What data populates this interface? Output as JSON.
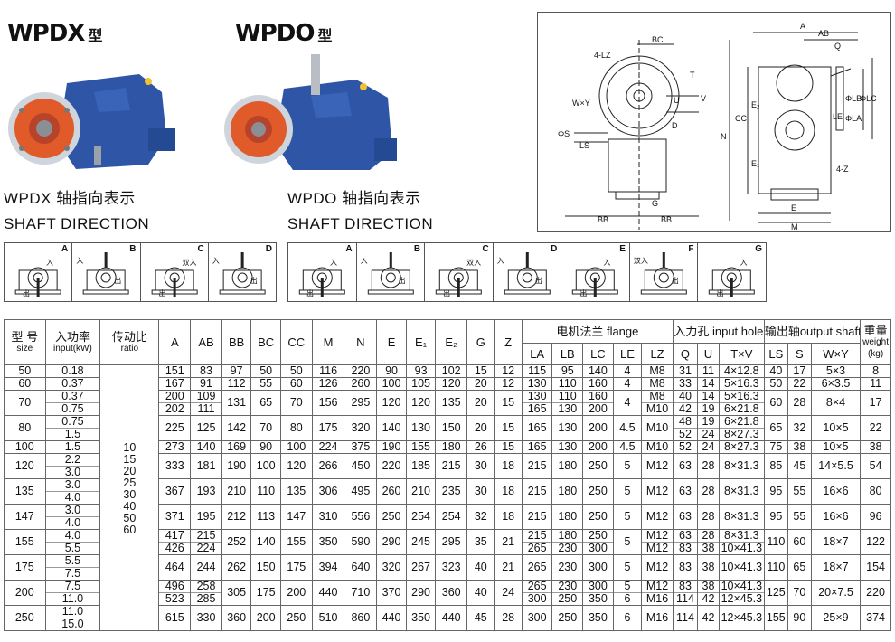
{
  "models": [
    {
      "name": "WPDX",
      "suffix": "型",
      "dir_cn": "WPDX  轴指向表示",
      "dir_en": "SHAFT   DIRECTION"
    },
    {
      "name": "WPDO",
      "suffix": "型",
      "dir_cn": "WPDO  轴指向表示",
      "dir_en": "SHAFT   DIRECTION"
    }
  ],
  "dir_labels_left": [
    "A",
    "B",
    "C",
    "D"
  ],
  "dir_labels_right": [
    "A",
    "B",
    "C",
    "D",
    "E",
    "F",
    "G"
  ],
  "dir_cell_text": {
    "in": "入",
    "out": "出",
    "double_in": "双入"
  },
  "drawing_labels": {
    "A": "A",
    "AB": "AB",
    "BC": "BC",
    "Q": "Q",
    "LZ4": "4-LZ",
    "Z4": "4-Z",
    "T": "T",
    "V": "V",
    "U": "U",
    "WY": "W×Y",
    "S": "ΦS",
    "LS": "LS",
    "BB": "BB",
    "G": "G",
    "D": "D",
    "CC": "CC",
    "N": "N",
    "E1": "E₁",
    "E2": "E₂",
    "LA": "ΦLA",
    "LB": "ΦLB",
    "LC": "ΦLC",
    "LE": "LE",
    "E": "E",
    "M": "M"
  },
  "table": {
    "headers": {
      "size_cn": "型 号",
      "size_en": "size",
      "power_cn": "入功率",
      "power_en": "input(kW)",
      "ratio_cn": "传动比",
      "ratio_en": "ratio",
      "cols": [
        "A",
        "AB",
        "BB",
        "BC",
        "CC",
        "M",
        "N",
        "E",
        "E₁",
        "E₂",
        "G",
        "Z"
      ],
      "flange": "电机法兰   flange",
      "flange_cols": [
        "LA",
        "LB",
        "LC",
        "LE",
        "LZ"
      ],
      "hole": "入力孔 input  hole",
      "hole_cols": [
        "Q",
        "U",
        "T×V"
      ],
      "shaft": "输出轴output shaft",
      "shaft_cols": [
        "LS",
        "S",
        "W×Y"
      ],
      "weight_cn": "重量",
      "weight_en": "weight",
      "weight_unit": "(kg)"
    },
    "ratios": [
      "10",
      "15",
      "20",
      "25",
      "30",
      "40",
      "50",
      "60"
    ],
    "rows": [
      {
        "size": "50",
        "power": [
          "0.18"
        ],
        "A": [
          "151"
        ],
        "AB": [
          "83"
        ],
        "BB": "97",
        "BC": "50",
        "CC": "50",
        "M": "116",
        "N": "220",
        "E": "90",
        "E1": "93",
        "E2": "102",
        "G": "15",
        "Z": "12",
        "LA": [
          "115"
        ],
        "LB": [
          "95"
        ],
        "LC": [
          "140"
        ],
        "LE": "4",
        "LZ": [
          "M8"
        ],
        "Q": [
          "31"
        ],
        "U": [
          "11"
        ],
        "TV": [
          "4×12.8"
        ],
        "LS": "40",
        "S": "17",
        "WY": "5×3",
        "W": "8"
      },
      {
        "size": "60",
        "power": [
          "0.37"
        ],
        "A": [
          "167"
        ],
        "AB": [
          "91"
        ],
        "BB": "112",
        "BC": "55",
        "CC": "60",
        "M": "126",
        "N": "260",
        "E": "100",
        "E1": "105",
        "E2": "120",
        "G": "20",
        "Z": "12",
        "LA": [
          "130"
        ],
        "LB": [
          "110"
        ],
        "LC": [
          "160"
        ],
        "LE": "4",
        "LZ": [
          "M8"
        ],
        "Q": [
          "33"
        ],
        "U": [
          "14"
        ],
        "TV": [
          "5×16.3"
        ],
        "LS": "50",
        "S": "22",
        "WY": "6×3.5",
        "W": "11"
      },
      {
        "size": "70",
        "power": [
          "0.37",
          "0.75"
        ],
        "A": [
          "200",
          "202"
        ],
        "AB": [
          "109",
          "111"
        ],
        "BB": "131",
        "BC": "65",
        "CC": "70",
        "M": "156",
        "N": "295",
        "E": "120",
        "E1": "120",
        "E2": "135",
        "G": "20",
        "Z": "15",
        "LA": [
          "130",
          "165"
        ],
        "LB": [
          "110",
          "130"
        ],
        "LC": [
          "160",
          "200"
        ],
        "LE": "4",
        "LZ": [
          "M8",
          "M10"
        ],
        "Q": [
          "40",
          "42"
        ],
        "U": [
          "14",
          "19"
        ],
        "TV": [
          "5×16.3",
          "6×21.8"
        ],
        "LS": "60",
        "S": "28",
        "WY": "8×4",
        "W": "17"
      },
      {
        "size": "80",
        "power": [
          "0.75",
          "1.5"
        ],
        "A": [
          "225"
        ],
        "AB": [
          "125"
        ],
        "BB": "142",
        "BC": "70",
        "CC": "80",
        "M": "175",
        "N": "320",
        "E": "140",
        "E1": "130",
        "E2": "150",
        "G": "20",
        "Z": "15",
        "LA": [
          "165"
        ],
        "LB": [
          "130"
        ],
        "LC": [
          "200"
        ],
        "LE": "4.5",
        "LZ": [
          "M10"
        ],
        "Q": [
          "48",
          "52"
        ],
        "U": [
          "19",
          "24"
        ],
        "TV": [
          "6×21.8",
          "8×27.3"
        ],
        "LS": "65",
        "S": "32",
        "WY": "10×5",
        "W": "22"
      },
      {
        "size": "100",
        "power": [
          "1.5"
        ],
        "A": [
          "273"
        ],
        "AB": [
          "140"
        ],
        "BB": "169",
        "BC": "90",
        "CC": "100",
        "M": "224",
        "N": "375",
        "E": "190",
        "E1": "155",
        "E2": "180",
        "G": "26",
        "Z": "15",
        "LA": [
          "165"
        ],
        "LB": [
          "130"
        ],
        "LC": [
          "200"
        ],
        "LE": "4.5",
        "LZ": [
          "M10"
        ],
        "Q": [
          "52"
        ],
        "U": [
          "24"
        ],
        "TV": [
          "8×27.3"
        ],
        "LS": "75",
        "S": "38",
        "WY": "10×5",
        "W": "38"
      },
      {
        "size": "120",
        "power": [
          "2.2",
          "3.0"
        ],
        "A": [
          "333"
        ],
        "AB": [
          "181"
        ],
        "BB": "190",
        "BC": "100",
        "CC": "120",
        "M": "266",
        "N": "450",
        "E": "220",
        "E1": "185",
        "E2": "215",
        "G": "30",
        "Z": "18",
        "LA": [
          "215"
        ],
        "LB": [
          "180"
        ],
        "LC": [
          "250"
        ],
        "LE": "5",
        "LZ": [
          "M12"
        ],
        "Q": [
          "63"
        ],
        "U": [
          "28"
        ],
        "TV": [
          "8×31.3"
        ],
        "LS": "85",
        "S": "45",
        "WY": "14×5.5",
        "W": "54"
      },
      {
        "size": "135",
        "power": [
          "3.0",
          "4.0"
        ],
        "A": [
          "367"
        ],
        "AB": [
          "193"
        ],
        "BB": "210",
        "BC": "110",
        "CC": "135",
        "M": "306",
        "N": "495",
        "E": "260",
        "E1": "210",
        "E2": "235",
        "G": "30",
        "Z": "18",
        "LA": [
          "215"
        ],
        "LB": [
          "180"
        ],
        "LC": [
          "250"
        ],
        "LE": "5",
        "LZ": [
          "M12"
        ],
        "Q": [
          "63"
        ],
        "U": [
          "28"
        ],
        "TV": [
          "8×31.3"
        ],
        "LS": "95",
        "S": "55",
        "WY": "16×6",
        "W": "80"
      },
      {
        "size": "147",
        "power": [
          "3.0",
          "4.0"
        ],
        "A": [
          "371"
        ],
        "AB": [
          "195"
        ],
        "BB": "212",
        "BC": "113",
        "CC": "147",
        "M": "310",
        "N": "556",
        "E": "250",
        "E1": "254",
        "E2": "254",
        "G": "32",
        "Z": "18",
        "LA": [
          "215"
        ],
        "LB": [
          "180"
        ],
        "LC": [
          "250"
        ],
        "LE": "5",
        "LZ": [
          "M12"
        ],
        "Q": [
          "63"
        ],
        "U": [
          "28"
        ],
        "TV": [
          "8×31.3"
        ],
        "LS": "95",
        "S": "55",
        "WY": "16×6",
        "W": "96"
      },
      {
        "size": "155",
        "power": [
          "4.0",
          "5.5"
        ],
        "A": [
          "417",
          "426"
        ],
        "AB": [
          "215",
          "224"
        ],
        "BB": "252",
        "BC": "140",
        "CC": "155",
        "M": "350",
        "N": "590",
        "E": "290",
        "E1": "245",
        "E2": "295",
        "G": "35",
        "Z": "21",
        "LA": [
          "215",
          "265"
        ],
        "LB": [
          "180",
          "230"
        ],
        "LC": [
          "250",
          "300"
        ],
        "LE": "5",
        "LZ": [
          "M12",
          "M12"
        ],
        "Q": [
          "63",
          "83"
        ],
        "U": [
          "28",
          "38"
        ],
        "TV": [
          "8×31.3",
          "10×41.3"
        ],
        "LS": "110",
        "S": "60",
        "WY": "18×7",
        "W": "122"
      },
      {
        "size": "175",
        "power": [
          "5.5",
          "7.5"
        ],
        "A": [
          "464"
        ],
        "AB": [
          "244"
        ],
        "BB": "262",
        "BC": "150",
        "CC": "175",
        "M": "394",
        "N": "640",
        "E": "320",
        "E1": "267",
        "E2": "323",
        "G": "40",
        "Z": "21",
        "LA": [
          "265"
        ],
        "LB": [
          "230"
        ],
        "LC": [
          "300"
        ],
        "LE": "5",
        "LZ": [
          "M12"
        ],
        "Q": [
          "83"
        ],
        "U": [
          "38"
        ],
        "TV": [
          "10×41.3"
        ],
        "LS": "110",
        "S": "65",
        "WY": "18×7",
        "W": "154"
      },
      {
        "size": "200",
        "power": [
          "7.5",
          "11.0"
        ],
        "A": [
          "496",
          "523"
        ],
        "AB": [
          "258",
          "285"
        ],
        "BB": "305",
        "BC": "175",
        "CC": "200",
        "M": "440",
        "N": "710",
        "E": "370",
        "E1": "290",
        "E2": "360",
        "G": "40",
        "Z": "24",
        "LA": [
          "265",
          "300"
        ],
        "LB": [
          "230",
          "250"
        ],
        "LC": [
          "300",
          "350"
        ],
        "LE": "",
        "LE2": [
          "5",
          "6"
        ],
        "LZ": [
          "M12",
          "M16"
        ],
        "Q": [
          "83",
          "114"
        ],
        "U": [
          "38",
          "42"
        ],
        "TV": [
          "10×41.3",
          "12×45.3"
        ],
        "LS": "125",
        "S": "70",
        "WY": "20×7.5",
        "W": "220"
      },
      {
        "size": "250",
        "power": [
          "11.0",
          "15.0"
        ],
        "A": [
          "615"
        ],
        "AB": [
          "330"
        ],
        "BB": "360",
        "BC": "200",
        "CC": "250",
        "M": "510",
        "N": "860",
        "E": "440",
        "E1": "350",
        "E2": "440",
        "G": "45",
        "Z": "28",
        "LA": [
          "300"
        ],
        "LB": [
          "250"
        ],
        "LC": [
          "350"
        ],
        "LE": "6",
        "LZ": [
          "M16"
        ],
        "Q": [
          "114"
        ],
        "U": [
          "42"
        ],
        "TV": [
          "12×45.3"
        ],
        "LS": "155",
        "S": "90",
        "WY": "25×9",
        "W": "374"
      }
    ]
  },
  "colors": {
    "housing": "#2f56a6",
    "flange": "#e05a2a",
    "accent_yellow": "#f2c230"
  }
}
